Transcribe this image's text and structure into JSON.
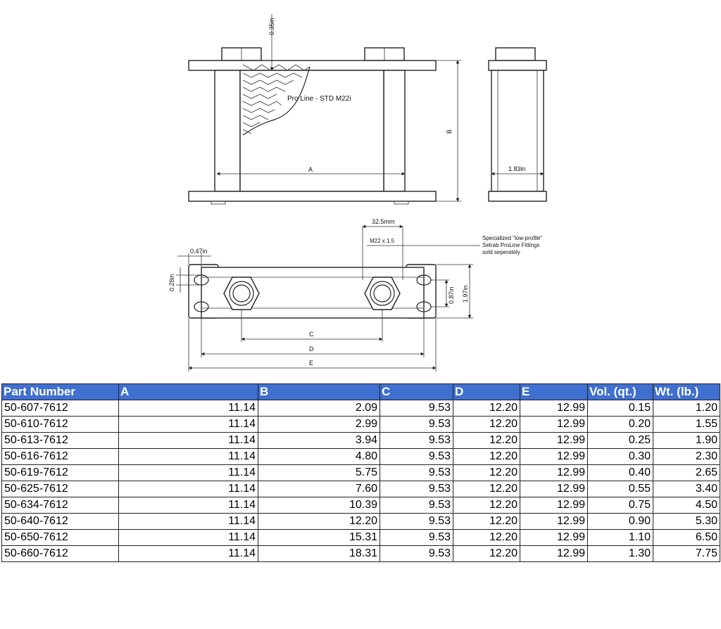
{
  "drawing": {
    "annotation_fin": "0.35in",
    "annotation_core": "Pro Line - STD M22i",
    "dim_A": "A",
    "dim_B": "B",
    "dim_side_width": "1.83in",
    "dim_fitting_spacing": "32.5mm",
    "dim_thread": "M22 x 1.5",
    "note_line1": "Specialized \"low-profile\"",
    "note_line2": "Setrab ProLine Fittings",
    "note_line3": "sold seperately",
    "dim_hole_offset": "0.47in",
    "dim_hole_dia": "0.28in",
    "dim_hole_vert": "0.87in",
    "dim_bracket_height": "1.97in",
    "dim_C": "C",
    "dim_D": "D",
    "dim_E": "E"
  },
  "table": {
    "headers": [
      "Part Number",
      "A",
      "B",
      "C",
      "D",
      "E",
      "Vol. (qt.)",
      "Wt. (lb.)"
    ],
    "rows": [
      [
        "50-607-7612",
        "11.14",
        "2.09",
        "9.53",
        "12.20",
        "12.99",
        "0.15",
        "1.20"
      ],
      [
        "50-610-7612",
        "11.14",
        "2.99",
        "9.53",
        "12.20",
        "12.99",
        "0.20",
        "1.55"
      ],
      [
        "50-613-7612",
        "11.14",
        "3.94",
        "9.53",
        "12.20",
        "12.99",
        "0.25",
        "1.90"
      ],
      [
        "50-616-7612",
        "11.14",
        "4.80",
        "9.53",
        "12.20",
        "12.99",
        "0.30",
        "2.30"
      ],
      [
        "50-619-7612",
        "11.14",
        "5.75",
        "9.53",
        "12.20",
        "12.99",
        "0.40",
        "2.65"
      ],
      [
        "50-625-7612",
        "11.14",
        "7.60",
        "9.53",
        "12.20",
        "12.99",
        "0.55",
        "3.40"
      ],
      [
        "50-634-7612",
        "11.14",
        "10.39",
        "9.53",
        "12.20",
        "12.99",
        "0.75",
        "4.50"
      ],
      [
        "50-640-7612",
        "11.14",
        "12.20",
        "9.53",
        "12.20",
        "12.99",
        "0.90",
        "5.30"
      ],
      [
        "50-650-7612",
        "11.14",
        "15.31",
        "9.53",
        "12.20",
        "12.99",
        "1.10",
        "6.50"
      ],
      [
        "50-660-7612",
        "11.14",
        "18.31",
        "9.53",
        "12.20",
        "12.99",
        "1.30",
        "7.75"
      ]
    ]
  },
  "colors": {
    "header_bg": "#3f6fcf",
    "header_text": "#ffffff"
  }
}
